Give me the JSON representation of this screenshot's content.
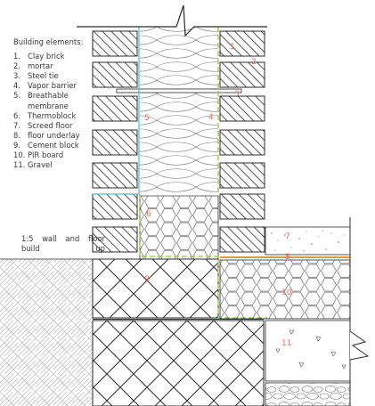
{
  "legend": {
    "heading": "Building elements:",
    "items": [
      {
        "num": "1.",
        "label": "Clay brick"
      },
      {
        "num": "2.",
        "label": "mortar"
      },
      {
        "num": "3.",
        "label": "Steel tie"
      },
      {
        "num": "4.",
        "label": "Vapor barrier"
      },
      {
        "num": "5.",
        "label": "Breathable membrane"
      },
      {
        "num": "6.",
        "label": "Thermoblock"
      },
      {
        "num": "7.",
        "label": "Screed floor"
      },
      {
        "num": "8.",
        "label": "floor underlay"
      },
      {
        "num": "9.",
        "label": "Cement block"
      },
      {
        "num": "10.",
        "label": "PIR board"
      },
      {
        "num": "11.",
        "label": "Gravel"
      }
    ]
  },
  "caption": "1:5 wall and floor build up",
  "tags": {
    "t1": "1",
    "t2": "2",
    "t3": "3",
    "t4": "4",
    "t5": "5",
    "t6": "6",
    "t7": "7",
    "t8": "8",
    "t9": "9",
    "t10": "10",
    "t11": "11"
  },
  "colors": {
    "line": "#2b2b2b",
    "tag": "#e36c5c",
    "vapor_barrier": "#8bcc3a",
    "membrane": "#4fb8d8",
    "underlay": "#e59a3a",
    "ground_hatch": "#c4c4c4"
  }
}
